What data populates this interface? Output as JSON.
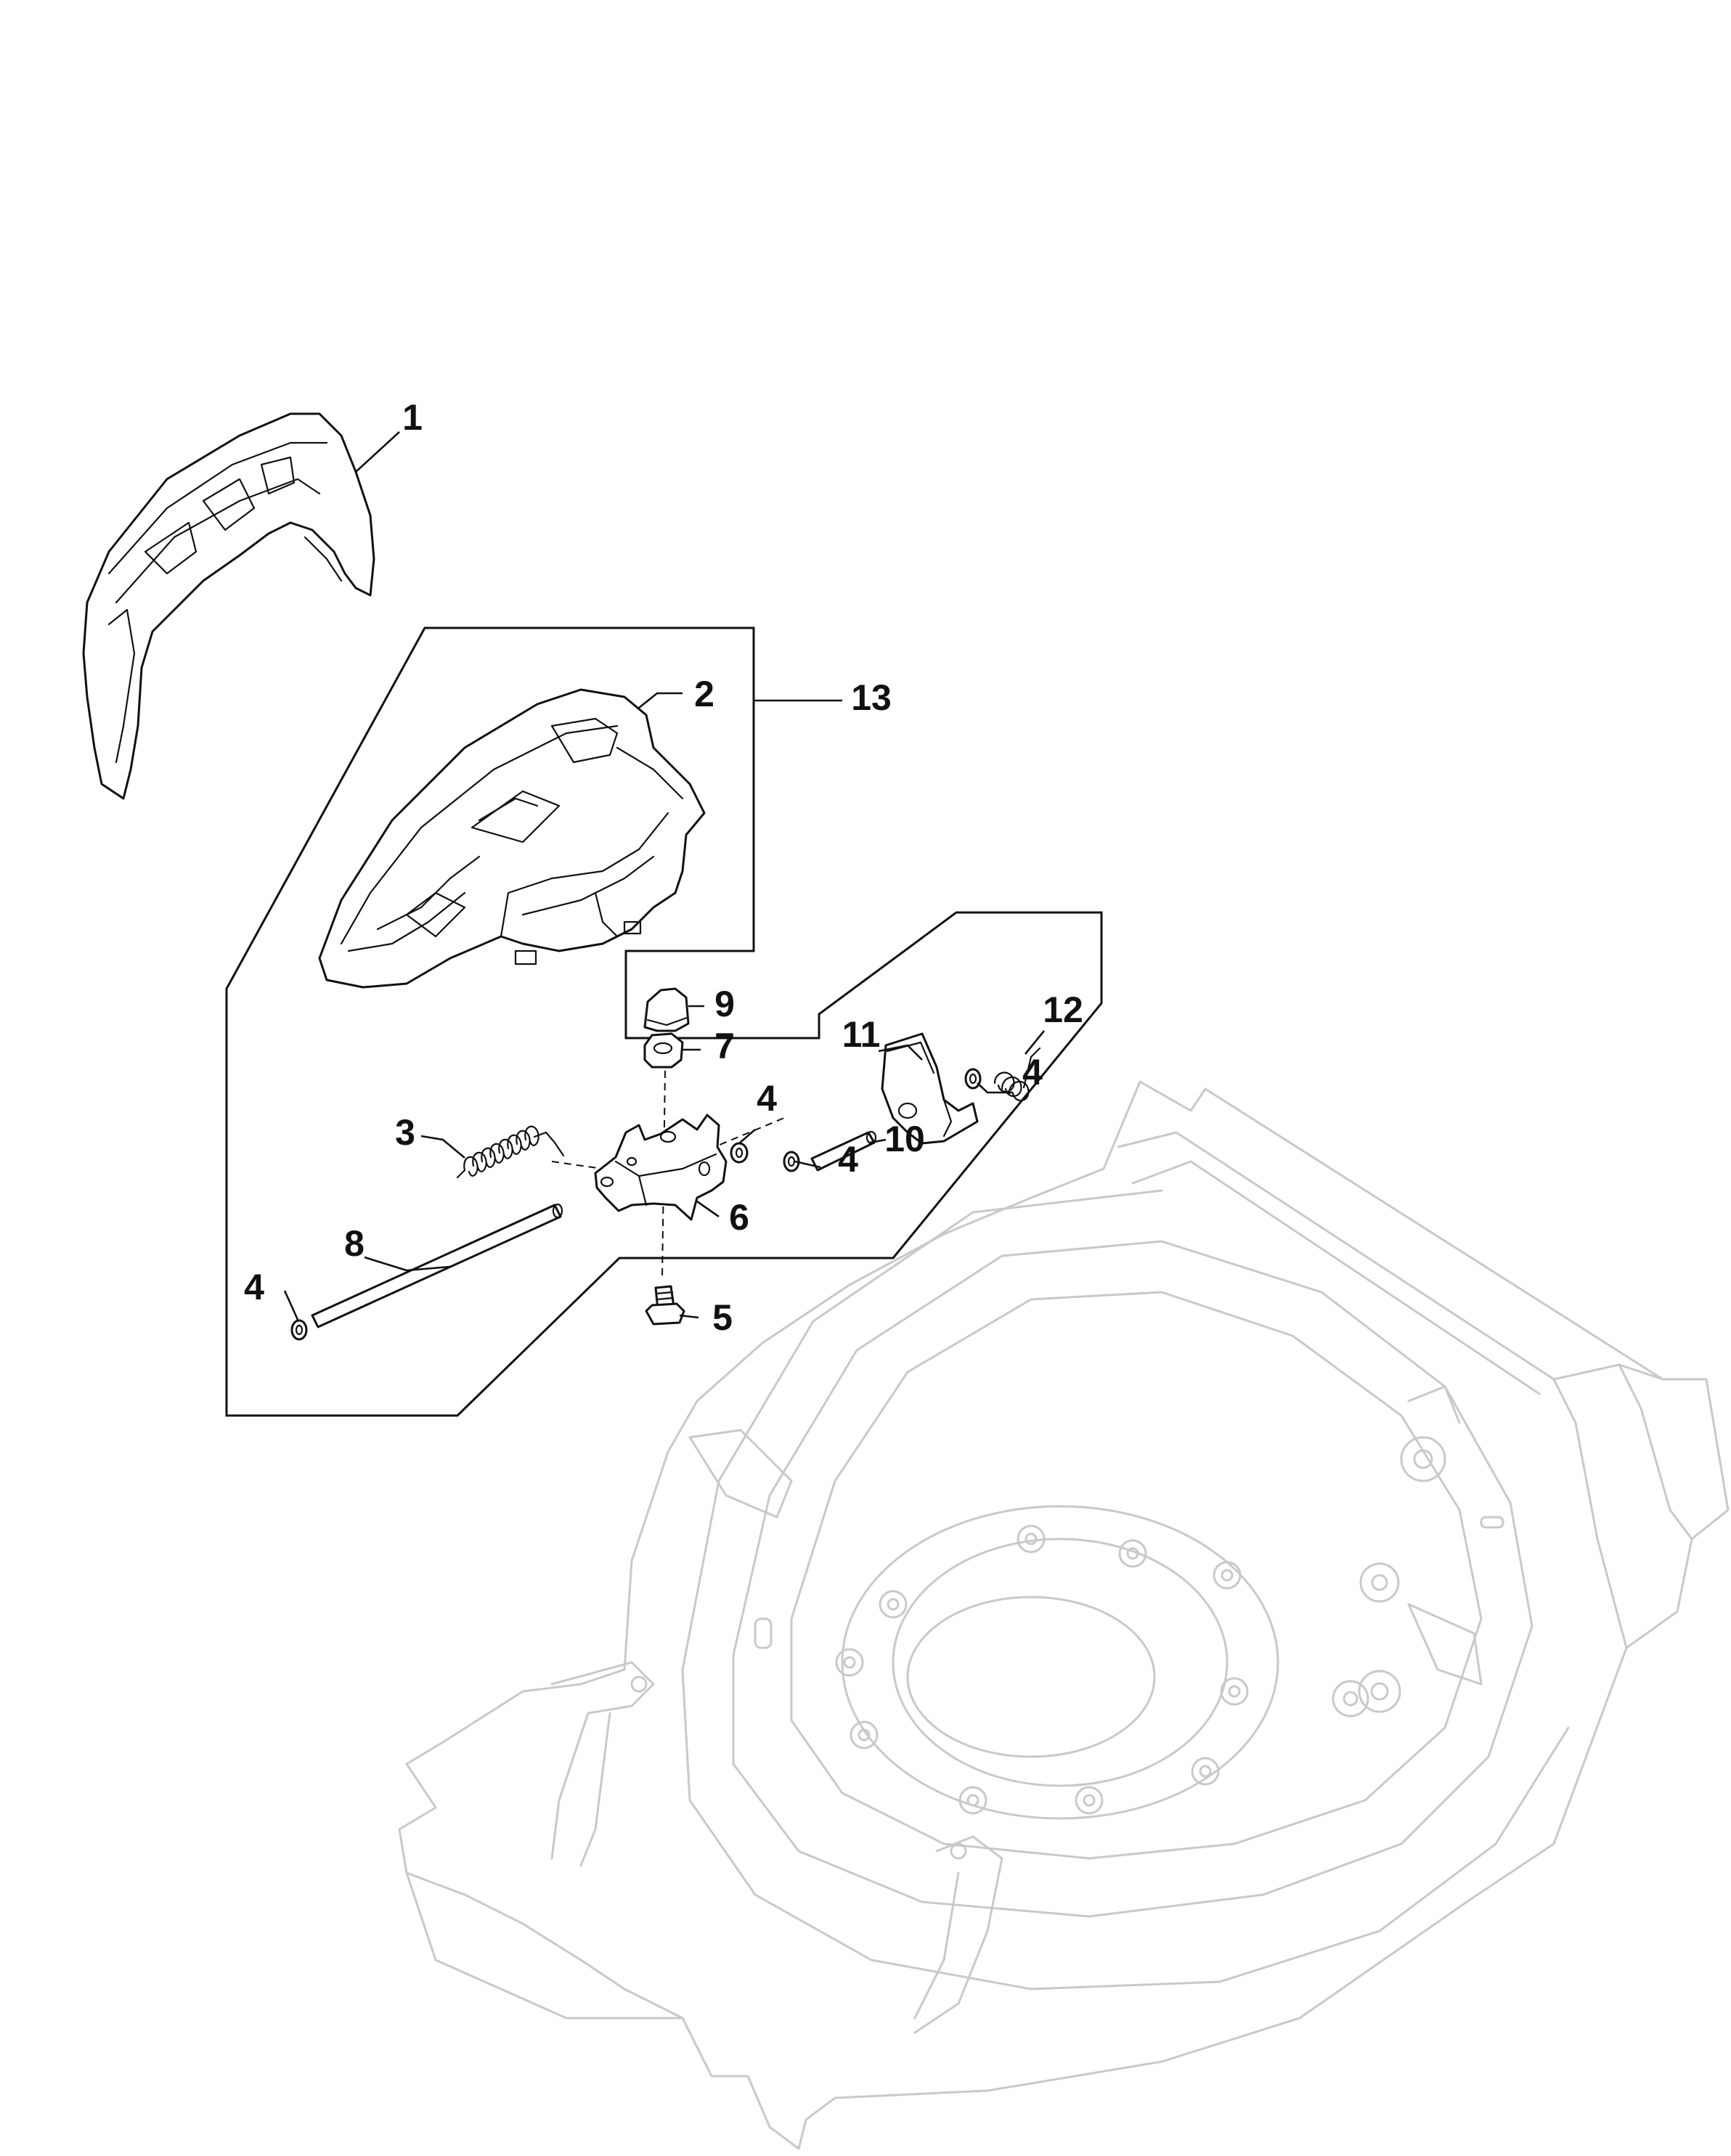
{
  "callouts": [
    {
      "id": "c1",
      "label": "1"
    },
    {
      "id": "c2",
      "label": "2"
    },
    {
      "id": "c3",
      "label": "3"
    },
    {
      "id": "c4a",
      "label": "4"
    },
    {
      "id": "c4b",
      "label": "4"
    },
    {
      "id": "c4c",
      "label": "4"
    },
    {
      "id": "c4d",
      "label": "4"
    },
    {
      "id": "c5",
      "label": "5"
    },
    {
      "id": "c6",
      "label": "6"
    },
    {
      "id": "c7",
      "label": "7"
    },
    {
      "id": "c8",
      "label": "8"
    },
    {
      "id": "c9",
      "label": "9"
    },
    {
      "id": "c10",
      "label": "10"
    },
    {
      "id": "c11",
      "label": "11"
    },
    {
      "id": "c12",
      "label": "12"
    },
    {
      "id": "c13",
      "label": "13"
    }
  ],
  "colors": {
    "ink": "#111111",
    "ghost": "#c9c9c9",
    "background": "#ffffff"
  }
}
